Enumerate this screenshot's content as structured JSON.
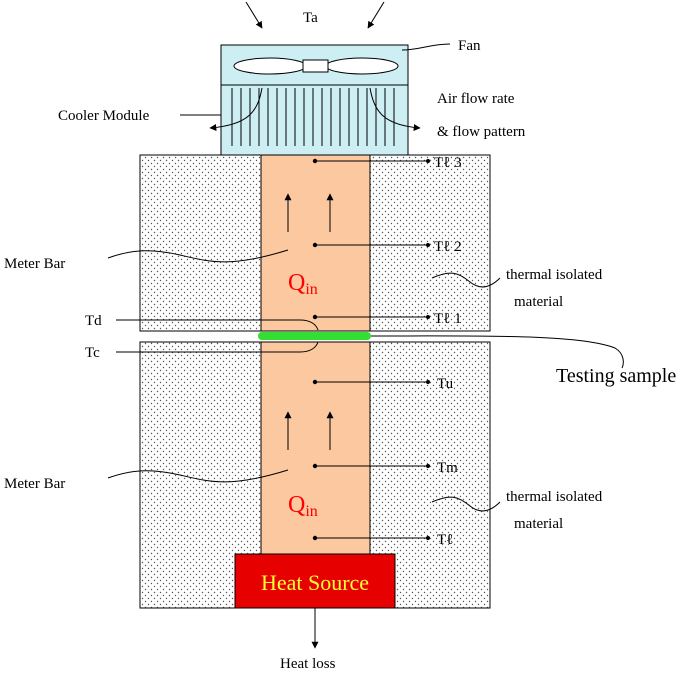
{
  "labels": {
    "ambient": "Ta",
    "fan": "Fan",
    "cooler_module": "Cooler Module",
    "air_flow_line1": "Air flow rate",
    "air_flow_line2": "& flow pattern",
    "tl3": "Tℓ 3",
    "tl2": "Tℓ 2",
    "tl1": "Tℓ 1",
    "td": "Td",
    "tc": "Tc",
    "tu": "Tu",
    "tm": "Tm",
    "tl": "Tℓ",
    "meter_bar_upper": "Meter Bar",
    "meter_bar_lower": "Meter Bar",
    "insulation_upper_line1": "thermal isolated",
    "insulation_upper_line2": "material",
    "insulation_lower_line1": "thermal isolated",
    "insulation_lower_line2": "material",
    "testing_sample": "Testing sample",
    "q_upper": "Q",
    "q_upper_sub": "in",
    "q_lower": "Q",
    "q_lower_sub": "in",
    "heat_source": "Heat Source",
    "heat_loss": "Heat loss"
  },
  "colors": {
    "meter_bar": "#fcc8a0",
    "cooler": "#cdeef2",
    "sample": "#33dd33",
    "heat_source": "#e60000",
    "q_text": "#ff0000",
    "heat_text": "#ffff33"
  }
}
